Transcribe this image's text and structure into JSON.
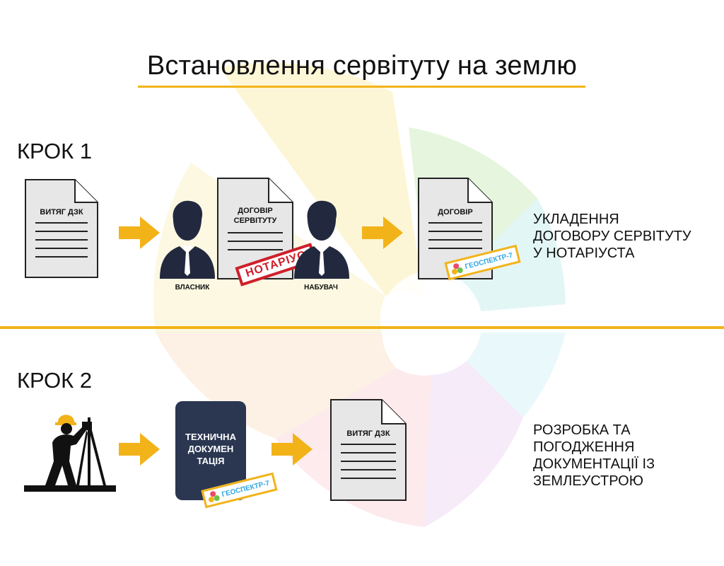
{
  "title": "Встановлення сервітуту на землю",
  "colors": {
    "accent": "#f2b319",
    "stamp_red": "#cf1f2a",
    "brand_blue": "#2fa6e3",
    "tech_doc_navy": "#2b3651",
    "person_navy": "#22293f"
  },
  "step1": {
    "label": "КРОК 1",
    "doc_extract_title": "ВИТЯГ ДЗК",
    "contract_title_line1": "ДОГОВІР",
    "contract_title_line2": "СЕРВІТУТУ",
    "notary_stamp": "НОТАРІУС",
    "owner_label": "ВЛАСНИК",
    "acquirer_label": "НАБУВАЧ",
    "result_doc_title": "ДОГОВІР",
    "brand": "ГЕОСПЕКТР-7",
    "caption_lines": [
      "УКЛАДЕННЯ",
      "ДОГОВОРУ СЕРВІТУТУ",
      "У НОТАРІУСТА"
    ]
  },
  "step2": {
    "label": "КРОК 2",
    "tech_doc_lines": [
      "ТЕХНИЧНА",
      "ДОКУМЕН",
      "ТАЦІЯ"
    ],
    "brand": "ГЕОСПЕКТР-7",
    "result_doc_title": "ВИТЯГ ДЗК",
    "caption_lines": [
      "РОЗРОБКА ТА",
      "ПОГОДЖЕННЯ",
      "ДОКУМЕНТАЦІЇ ІЗ",
      "ЗЕМЛЕУСТРОЮ"
    ]
  },
  "icons": {
    "arrow": "arrow-right-icon",
    "person": "person-silhouette-icon",
    "surveyor": "surveyor-theodolite-icon",
    "brand_logo": "geospektr-logo-icon"
  }
}
